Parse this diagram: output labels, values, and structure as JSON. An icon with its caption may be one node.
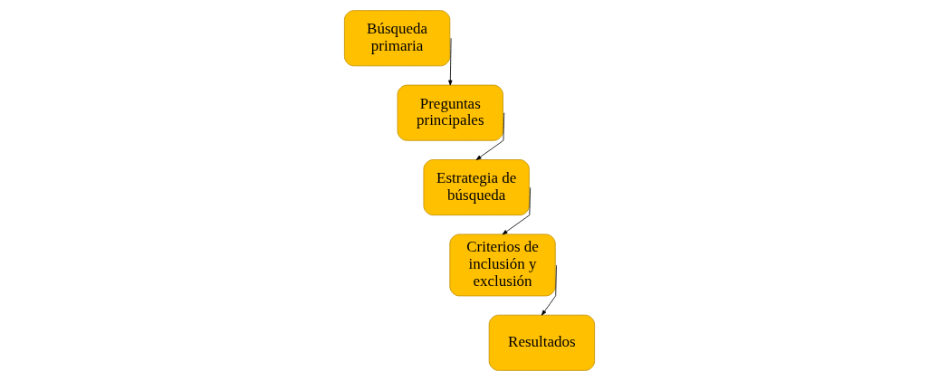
{
  "diagram": {
    "nodes": [
      {
        "text": [
          "Búsqueda primaria"
        ]
      },
      {
        "text": [
          "Preguntas principales"
        ]
      },
      {
        "text": [
          "Estrategia de búsqueda"
        ]
      },
      {
        "text": [
          "Criterios de inclusión y exclusión"
        ]
      },
      {
        "text": [
          "Resultados"
        ]
      }
    ],
    "edges": [
      {
        "from": 0,
        "to": 1,
        "arrow": "to"
      },
      {
        "from": 1,
        "to": 2,
        "arrow": "to"
      },
      {
        "from": 2,
        "to": 3,
        "arrow": "to"
      },
      {
        "from": 3,
        "to": 4,
        "arrow": "to"
      }
    ]
  }
}
